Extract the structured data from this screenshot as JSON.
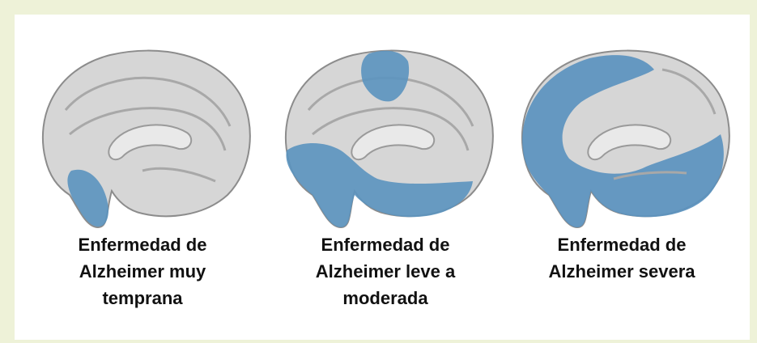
{
  "panels": [
    {
      "caption": "Enfermedad de\nAlzheimer muy\ntemprana",
      "stage": "very-early"
    },
    {
      "caption": "Enfermedad de\nAlzheimer leve a\nmoderada",
      "stage": "mild-moderate"
    },
    {
      "caption": "Enfermedad de\nAlzheimer severa",
      "stage": "severe"
    }
  ],
  "colors": {
    "page_background": "#eef2d8",
    "panel_background": "#ffffff",
    "brain_tissue": "#d6d6d6",
    "brain_outline": "#8c8c8c",
    "affected_region": "#5b93bf"
  }
}
